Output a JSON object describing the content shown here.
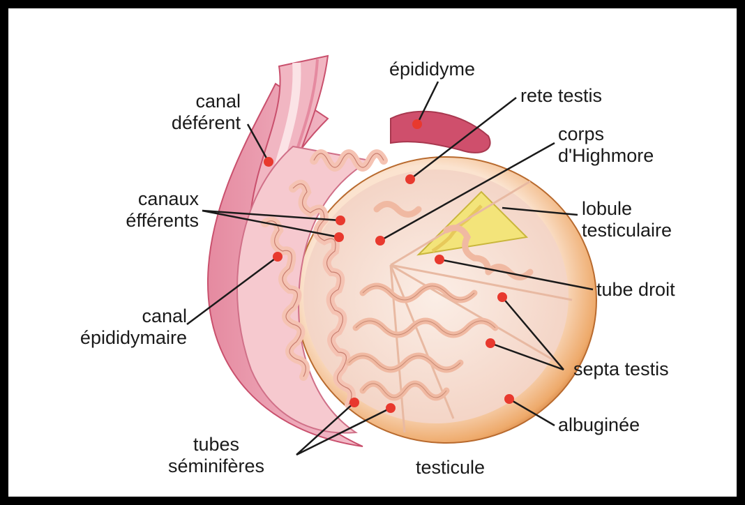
{
  "labels": {
    "canal_deferent": [
      "canal",
      "déférent"
    ],
    "epididyme": "épididyme",
    "rete_testis": "rete testis",
    "corps_highmore": [
      "corps",
      "d'Highmore"
    ],
    "lobule_testiculaire": [
      "lobule",
      "testiculaire"
    ],
    "canaux_efferents": [
      "canaux",
      "éfférents"
    ],
    "tube_droit": "tube droit",
    "canal_epididymaire": [
      "canal",
      "épididymaire"
    ],
    "septa_testis": "septa testis",
    "albuginee": "albuginée",
    "tubes_seminiferes": [
      "tubes",
      "séminifères"
    ],
    "testicule": "testicule"
  },
  "colors": {
    "marker": "#e8392e",
    "leader_line": "#1a1a1a",
    "albuginea": "#e39a5a",
    "tissue": "#f6ddd0",
    "tubule": "#f4c7b2",
    "epididymis": "#d6607a",
    "lobule": "#f2e57a"
  }
}
